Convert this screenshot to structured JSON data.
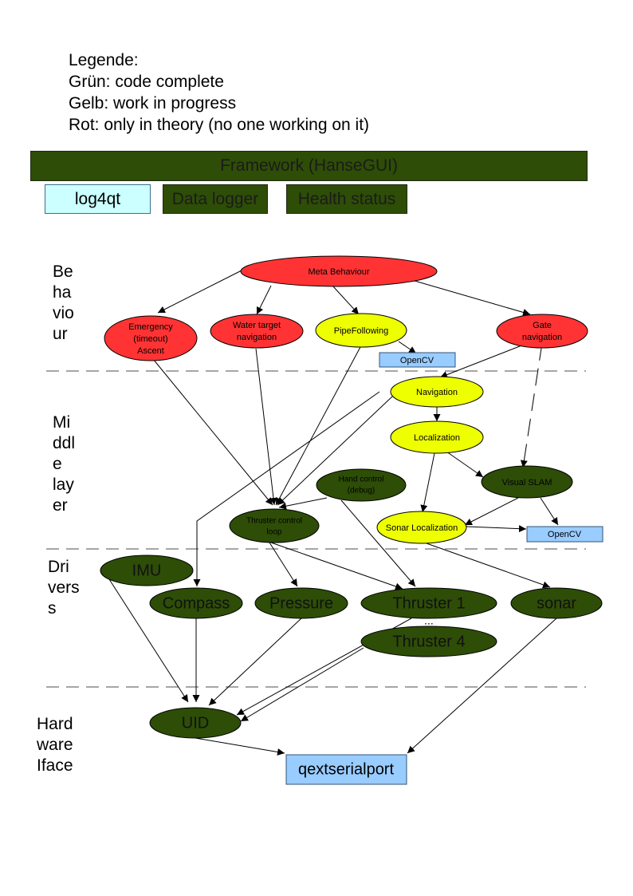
{
  "legend": {
    "title": "Legende:",
    "green": "Grün: code complete",
    "yellow": "Gelb: work in progress",
    "red": "Rot: only in theory (no one working on it)"
  },
  "framework": "Framework (HanseGUI)",
  "tools": {
    "log4qt": "log4qt",
    "data_logger": "Data logger",
    "health_status": "Health status"
  },
  "layers": {
    "behaviour": "Be\nha\nvio\nur",
    "middle": "Mi\nddl\ne\nlay\ner",
    "drivers": "Dri\nvers\ns",
    "hardware": "Hard\nware\nIface"
  },
  "nodes": {
    "meta_behaviour": "Meta Behaviour",
    "emergency": [
      "Emergency",
      "(timeout)",
      "Ascent"
    ],
    "water_target": [
      "Water target",
      "navigation"
    ],
    "pipe_following": "PipeFollowing",
    "gate_navigation": [
      "Gate",
      "navigation"
    ],
    "opencv_top": "OpenCV",
    "navigation": "Navigation",
    "localization": "Localization",
    "hand_control": [
      "Hand control",
      "(debug)"
    ],
    "visual_slam": "Visual SLAM",
    "thruster_control": [
      "Thruster control",
      "loop"
    ],
    "sonar_localization": "Sonar Localization",
    "opencv_mid": "OpenCV",
    "imu": "IMU",
    "compass": "Compass",
    "pressure": "Pressure",
    "thruster1": "Thruster 1",
    "dots": "...",
    "thruster4": "Thruster 4",
    "sonar": "sonar",
    "uid": "UID",
    "qextserialport": "qextserialport"
  },
  "colors": {
    "green": "#2e4d07",
    "yellow": "#eeff00",
    "red": "#ff3333",
    "blue": "#99ccff",
    "cyan": "#ccffff"
  }
}
